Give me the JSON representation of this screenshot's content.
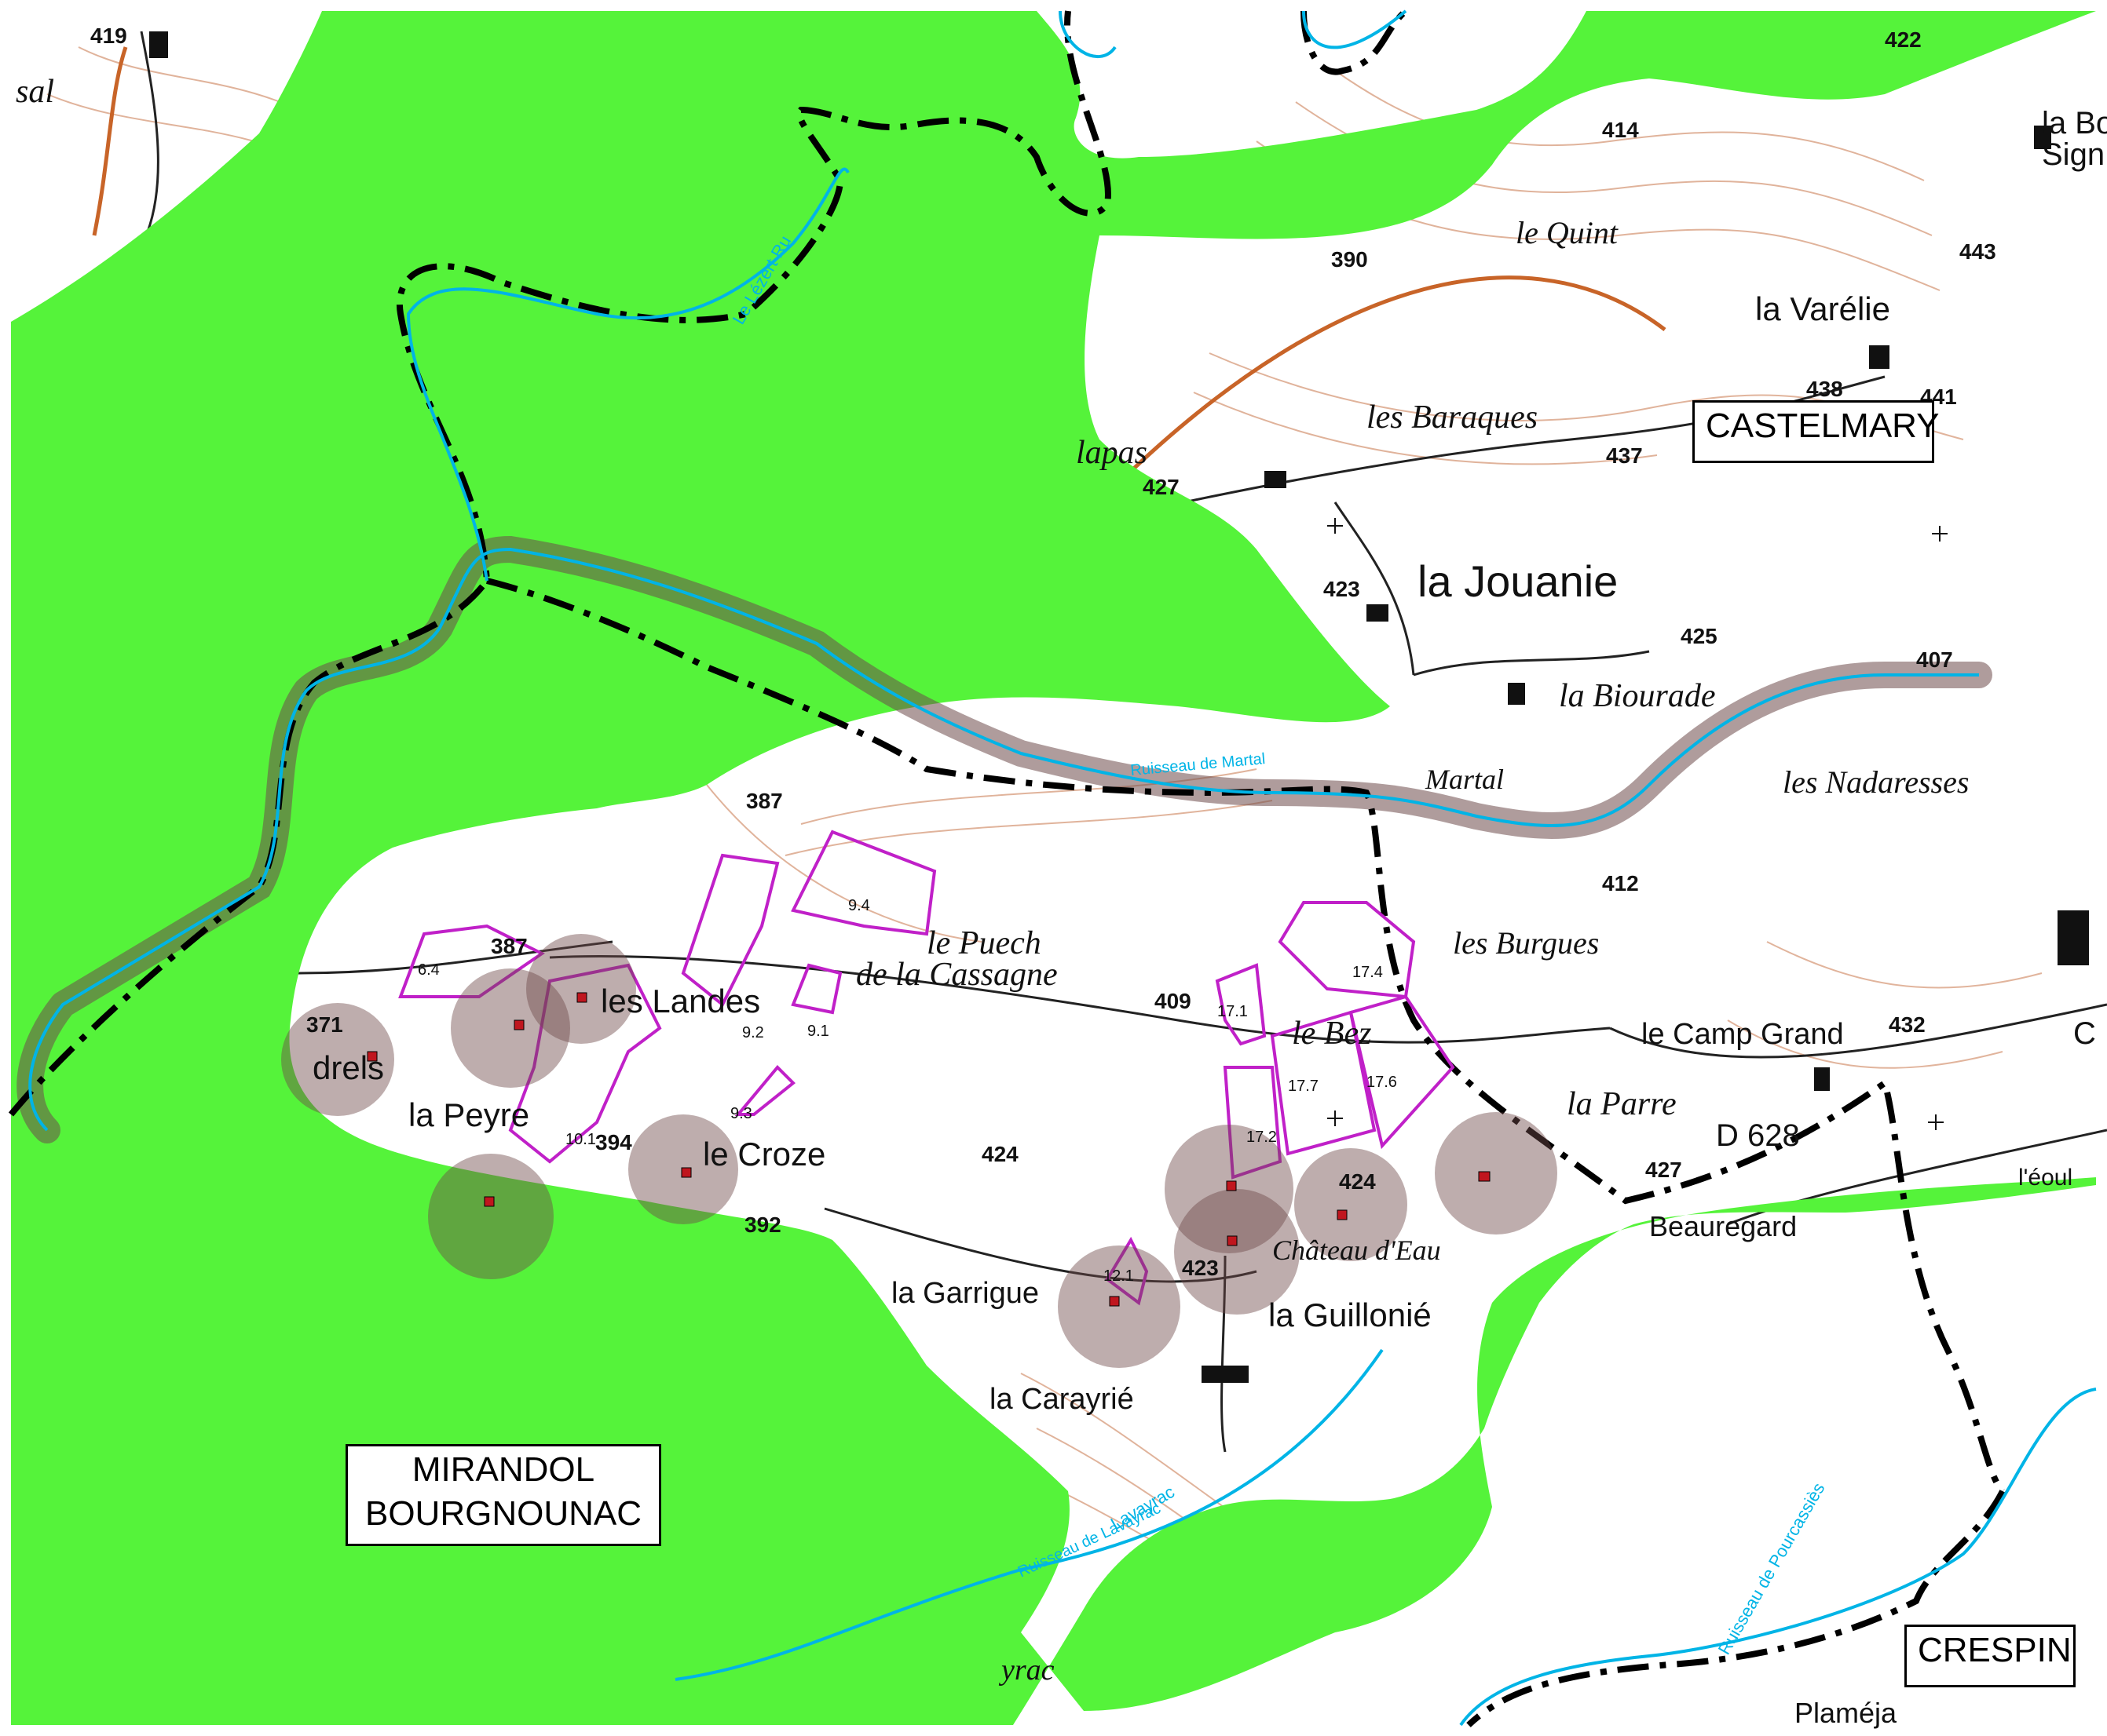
{
  "colors": {
    "green_zone": "#55f33a",
    "boundary": "#000000",
    "stream": "#00b4e6",
    "parcel": "#c020c8",
    "buffer": "#6e4a4a",
    "contour": "#c8764a",
    "road_major": "#c86428"
  },
  "communes": {
    "castelmary": "CASTELMARY",
    "mirandol_line1": "MIRANDOL",
    "mirandol_line2": "BOURGNOUNAC",
    "crespin": "CRESPIN"
  },
  "places": {
    "sal": "sal",
    "le_quint": "le Quint",
    "la_varelie": "la Varélie",
    "la_bo": "la Bo",
    "sign": "Sign",
    "les_baraques": "les Baraques",
    "lapas": "lapas",
    "la_jouanie": "la Jouanie",
    "la_biourade": "la Biourade",
    "martal": "Martal",
    "les_nadaresses": "les Nadaresses",
    "les_burgues": "les Burgues",
    "le_camp_grand": "le Camp Grand",
    "la_parre": "la Parre",
    "d628": "D 628",
    "beauregard": "Beauregard",
    "le_puech": "le Puech",
    "de_la_cassagne": "de la Cassagne",
    "le_bez": "le Bez",
    "les_landes": "les Landes",
    "drels": "drels",
    "la_peyre": "la Peyre",
    "le_croze": "le Croze",
    "la_garrigue": "la Garrigue",
    "chateau_deau": "Château d'Eau",
    "la_guillonie": "la Guillonié",
    "la_carayrie": "la Carayrié",
    "yrac": "yrac",
    "plameja": "Plaméja",
    "c_edge": "C",
    "l_edge": "l'éoul"
  },
  "altitudes": [
    "419",
    "422",
    "414",
    "443",
    "390",
    "438",
    "441",
    "437",
    "427",
    "423",
    "425",
    "407",
    "387",
    "412",
    "432",
    "409",
    "424",
    "424",
    "427",
    "423",
    "387",
    "371",
    "394",
    "392"
  ],
  "parcels": [
    "6.4",
    "9.4",
    "9.2",
    "9.1",
    "9.3",
    "10.1",
    "17.1",
    "17.4",
    "17.7",
    "17.6",
    "17.2",
    "12.1"
  ],
  "streams": {
    "lezert": "Le Lézert Ru",
    "martal": "Ruisseau de Martal",
    "lavayrac": "Ruisseau de Lavayrac",
    "pourcassies": "Ruisseau de Pourcassiès",
    "lavayrac_upper": "Lavayrac"
  }
}
